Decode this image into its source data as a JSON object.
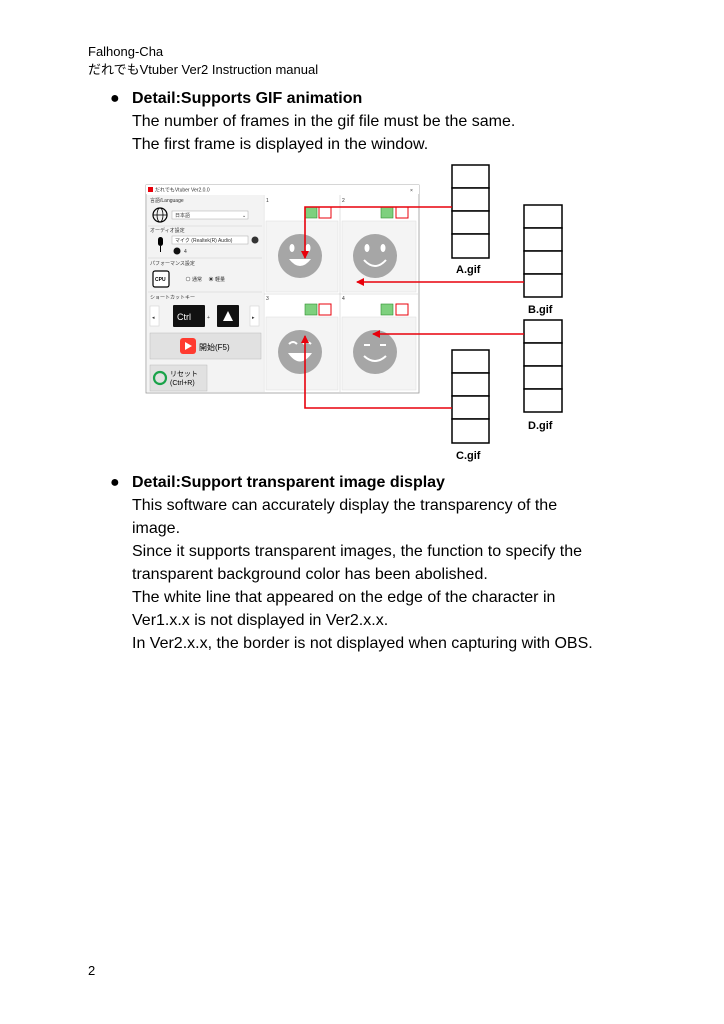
{
  "header": {
    "line1": "Falhong-Cha",
    "line2": "だれでもVtuber Ver2 Instruction manual"
  },
  "section1": {
    "heading": "Detail:Supports GIF animation",
    "lines": [
      "The number of frames in the gif file must be the same.",
      "The first frame is displayed in the window."
    ]
  },
  "screenshot": {
    "window_title": "だれでもVtuber Ver2.0.0",
    "language_label": "言語/Language",
    "language_value": "日本語",
    "audio_label": "オーディオ設定",
    "audio_value": "マイク (Realtek(R) Audio)",
    "level_value": "4",
    "performance_label": "パフォーマンス設定",
    "cpu_icon_text": "CPU",
    "radio_normal": "通常",
    "radio_light": "軽量",
    "shortcut_label": "ショートカットキー",
    "ctrl_key": "Ctrl",
    "plus": "+",
    "start_button": "開始(F5)",
    "reset_line1": "リセット",
    "reset_line2": "(Ctrl+R)",
    "cell_numbers": [
      "1",
      "2",
      "3",
      "4"
    ]
  },
  "gif_labels": [
    "A.gif",
    "B.gif",
    "C.gif",
    "D.gif"
  ],
  "section2": {
    "heading": "Detail:Support transparent image display",
    "lines": [
      "This software can accurately display the transparency of the",
      "image.",
      "Since it supports transparent images, the function to specify the",
      "transparent background color has been abolished.",
      "The white line that appeared on the edge of the character in",
      "Ver1.x.x is not displayed in Ver2.x.x.",
      "In Ver2.x.x, the border is not displayed when capturing with OBS."
    ]
  },
  "page_number": "2",
  "colors": {
    "arrow": "#e8000b",
    "face": "#a6a6a6",
    "start_icon": "#ff3b30"
  }
}
